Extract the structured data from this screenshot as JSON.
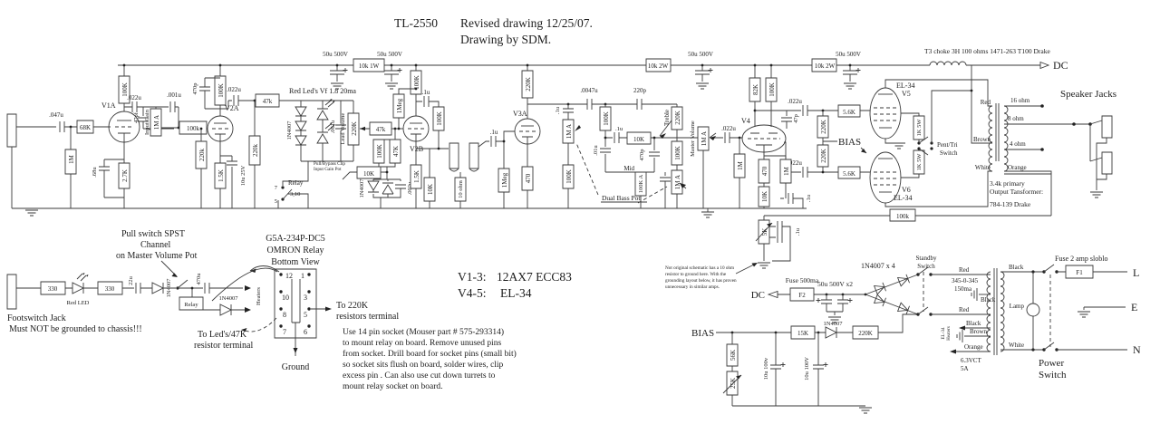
{
  "title": {
    "model": "TL-2550",
    "revision": "Revised drawing 12/25/07.",
    "by": "Drawing by SDM."
  },
  "legend": {
    "v13_key": "V1-3:",
    "v13_val": "12AX7 ECC83",
    "v45_key": "V4-5:",
    "v45_val": "EL-34"
  },
  "colors": {
    "ink": "#3a3a3a",
    "paper": "#ffffff"
  },
  "rail": {
    "cap1": "50u 500V",
    "res1": "10k 1W",
    "cap2": "50u 500V",
    "res2": "10k 2W",
    "cap3": "50u 500V",
    "res3": "10k 2W",
    "cap4": "50u 500V",
    "choke": "T3 choke 3H 100 ohms 1471-263 T100 Drake",
    "dc": "DC"
  },
  "v1a": {
    "name": "V1A",
    "cap_in": ".047u",
    "r_in": "68K",
    "r_grid": "1M",
    "r_plate": "100K",
    "cap_bright": "47pf",
    "cap_couple": ".022u",
    "cap_bypass": ".001u",
    "pot_name": "Input Gain",
    "pot_value": "1M A",
    "r_out": "100k",
    "cap_k": ".68u",
    "r_k": "2.7K"
  },
  "v2a": {
    "name": "V2A",
    "cap_plate": "470p",
    "r_plate": "100K",
    "r_grid": "220k",
    "r_k": "1.5K",
    "cap_k": "10u 25V",
    "cap_couple": ".022u",
    "r_series": "47k",
    "r_shunt": "220k"
  },
  "clip": {
    "title": "Red Led's Vf 1.8 20ma",
    "d_label": "1N4007",
    "cap": ".001u",
    "pot_name": "Lead Volume",
    "pot_value": "220K",
    "note1": "Pull/Bypass Clip",
    "note2": "Input Gain Pot",
    "relay": "Relay",
    "pin7": "7",
    "pin310": "3,10",
    "pin5": "5",
    "r1": "100K",
    "r2": "47K",
    "r3": "10K",
    "d2_label": "1N4007",
    "cap2": ".002u"
  },
  "v2b": {
    "name": "V2B",
    "r_series": "47k",
    "r_grid": "1Meg",
    "r_plate": "100K",
    "cap_fb": ".1u",
    "r_fb": "100K",
    "r_k": "1.5K",
    "r_send": "10K",
    "r_pad": "10 ohm",
    "cap_return": ".1u",
    "r_return": "1Meg"
  },
  "v3a": {
    "name": "V3A",
    "r_plate": "220K",
    "r_k": "470"
  },
  "tone": {
    "cap_in": ".1u",
    "pot_in": "1M A",
    "r_in": "100K",
    "cap_slope": ".0047u",
    "r_slope": "100K",
    "cap_treble": "220p",
    "cap_mid": ".1u",
    "r_mid": "10K",
    "cap_470p": "470p",
    "cap_01": ".01u",
    "mid_name": "Mid",
    "mid_value": "100K A",
    "cap_0022": ".0022u",
    "treble_name": "Treble",
    "treble_value": "220K",
    "r_bass": "100K",
    "bass_value": "1M A",
    "mv_name": "Master Volume",
    "mv_value": "1M A",
    "note": "Dual Bass Pot",
    "cap_out": ".022u",
    "r_grid": "1M"
  },
  "pi": {
    "name": "V4",
    "r_plate1": "82K",
    "r_plate2": "100K",
    "cap_top": ".022u",
    "cap_47p": "47p",
    "r_stop1": "5.6K",
    "r_bias1": "220K",
    "bias": "BIAS",
    "r_bias2": "220K",
    "cap_bot": ".022u",
    "r_stop2": "5.6K",
    "r_tail_l": "1M",
    "r_tail_c": "470",
    "r_tail_r": "1M",
    "r_10k": "10K",
    "cap_a": ".1u",
    "pot": "5K",
    "cap_b": ".1u",
    "r_fb": "100k"
  },
  "out": {
    "v5_type": "EL-34",
    "v5": "V5",
    "r_sg1": "1K 5W",
    "r_sg2": "1K 5W",
    "sw1": "Pent/Tri",
    "sw2": "Switch",
    "v6": "V6",
    "v6_type": "EL-34"
  },
  "ot": {
    "red": "Red",
    "brown": "Brown",
    "white": "White",
    "orange": "Orange",
    "tap16": "16 ohm",
    "tap8": "8 ohm",
    "tap4": "4 ohm",
    "heading": "Speaker Jacks",
    "line1": "3.4k primary",
    "line2": "Output Tansformer:",
    "line3": "784-139 Drake"
  },
  "fs": {
    "note1": "Pull switch SPST",
    "note2": "Channel",
    "note3": "on Master Volume Pot",
    "r1": "330",
    "led": "Red LED",
    "r2": "330",
    "cap1": "22u",
    "d1": "1N4007",
    "cap2": "470u",
    "relay": "Relay",
    "d2": "1N4007",
    "heaters": "Heaters",
    "jack1": "Footswitch Jack",
    "jack2": "Must NOT be grounded to chassis!!!",
    "to1": "To Led's/47K",
    "to2": "resistor terminal"
  },
  "socket": {
    "h1": "G5A-234P-DC5",
    "h2": "OMRON  Relay",
    "h3": "Bottom View",
    "p12": "12",
    "p1": "1",
    "p10": "10",
    "p3": "3",
    "p8": "8",
    "p5": "5",
    "p7": "7",
    "p6": "6",
    "gnd": "Ground",
    "to1": "To 220K",
    "to2": "resistors terminal"
  },
  "socket_note": {
    "l1": "Use 14 pin socket (Mouser part # 575-293314)",
    "l2": "to mount relay on board.  Remove unused pins",
    "l3": "from socket.  Drill board for socket pins (small bit)",
    "l4": "so socket sits flush on board, solder wires, clip",
    "l5": "excess pin .  Can also use cut down turrets to",
    "l6": "mount relay socket on board."
  },
  "gnd_note": {
    "l1": "Not original schematic has a 10 ohm",
    "l2": "resistor to ground here.  With the",
    "l3": "grounding layout below, it has proven",
    "l4": "unnecessary in similar amps."
  },
  "bias": {
    "label": "BIAS",
    "r1": "56K",
    "pot": "25K",
    "cap1": "10u 100v",
    "r2": "15K",
    "cap2": "10u 100V",
    "diode": "1N4007",
    "r3": "220K"
  },
  "dc": {
    "label": "DC",
    "fuse": "Fuse 500ma",
    "f2": "F2",
    "caps": "50u 500V x2",
    "bridge": "1N4007 x 4"
  },
  "pt": {
    "standby1": "Standby",
    "standby2": "Switch",
    "red1": "Red",
    "hv": "345-0-345",
    "ma": "150ma",
    "black1": "Black",
    "red2": "Red",
    "heater1": "EL-34",
    "heater2": "Heaters",
    "black2": "Black",
    "brown": "Brown",
    "orange": "Orange",
    "v63": "6.3VCT",
    "amp": "5A",
    "black3": "Black",
    "lamp": "Lamp",
    "white": "White",
    "fuse": "Fuse 2 amp sloblo",
    "f1": "F1",
    "l": "L",
    "e": "E",
    "n": "N",
    "power1": "Power",
    "power2": "Switch"
  }
}
